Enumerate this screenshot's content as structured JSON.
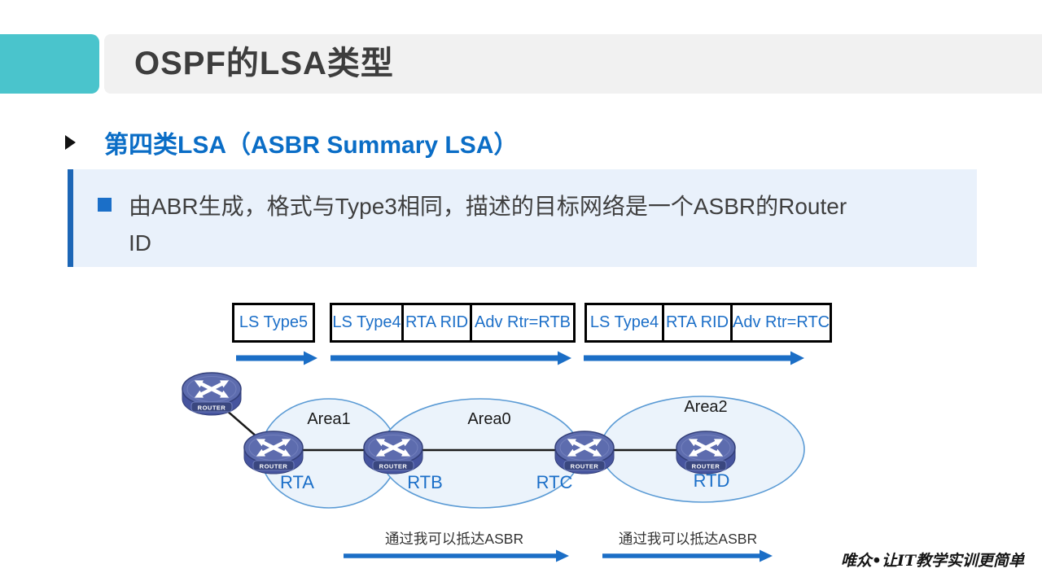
{
  "slide": {
    "title": "OSPF的LSA类型",
    "subtitle": "第四类LSA（ASBR Summary LSA）",
    "bullet_line1": "由ABR生成，格式与Type3相同，描述的目标网络是一个ASBR的Router",
    "bullet_line2": "ID"
  },
  "lsa_boxes": [
    {
      "cells": [
        "LS Type5"
      ]
    },
    {
      "cells": [
        "LS Type4",
        "RTA RID",
        "Adv Rtr=RTB"
      ]
    },
    {
      "cells": [
        "LS Type4",
        "RTA RID",
        "Adv Rtr=RTC"
      ]
    }
  ],
  "diagram": {
    "router_badge": "ROUTER",
    "areas": [
      {
        "label": "Area1"
      },
      {
        "label": "Area0"
      },
      {
        "label": "Area2"
      }
    ],
    "routers": [
      {
        "label": "RTA"
      },
      {
        "label": "RTB"
      },
      {
        "label": "RTC"
      },
      {
        "label": "RTD"
      }
    ],
    "bottom_arrows": [
      {
        "label": "通过我可以抵达ASBR"
      },
      {
        "label": "通过我可以抵达ASBR"
      }
    ]
  },
  "footer": {
    "watermark": "唯众•让IT教学实训更简单"
  },
  "colors": {
    "accent_teal": "#4AC4CC",
    "header_bar_gray": "#F1F1F1",
    "title_text": "#3D3D3D",
    "subtitle_blue": "#0A6DC6",
    "content_box_bg": "#E9F1FB",
    "content_box_border": "#1C66B6",
    "diagram_blue": "#1B6EC6",
    "area_fill": "#EBF3FB",
    "area_stroke": "#5B9BD5",
    "router_body": "#5D6CAE"
  }
}
